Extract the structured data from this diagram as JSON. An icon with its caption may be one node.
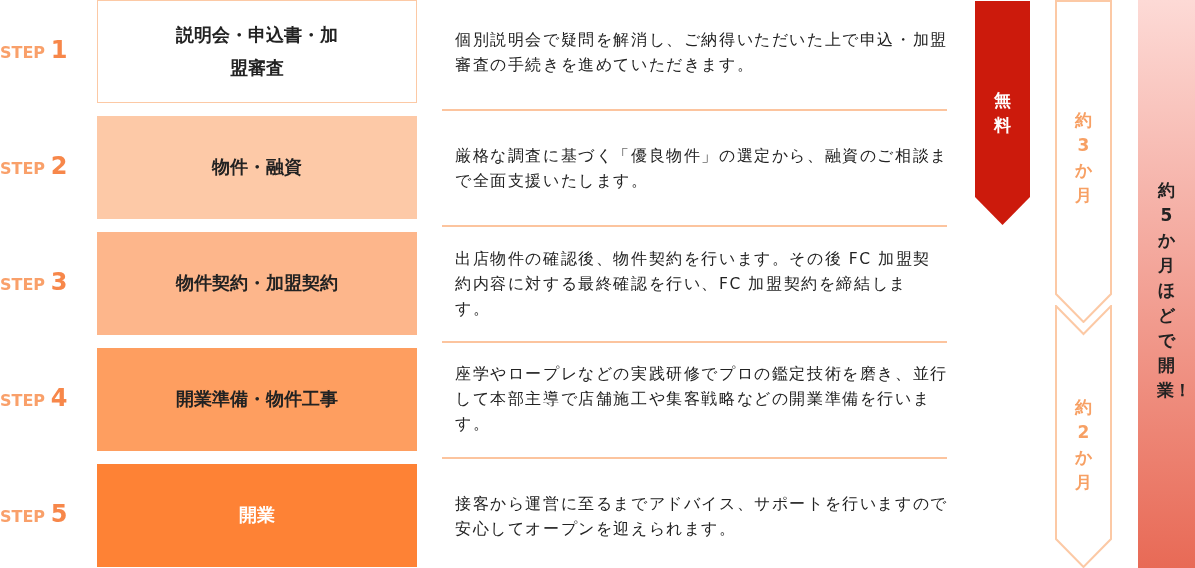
{
  "diagram": {
    "nodes": [
      {
        "text": [
          "説明会・申込書・加盟審査"
        ],
        "beside": [
          "STEP 1",
          "個別説明会で疑問を解消し、ご納得いただいた上で申込・加盟審査の手続きを進めていただきます。"
        ]
      },
      {
        "text": [
          "物件・融資"
        ],
        "beside": [
          "STEP 2",
          "厳格な調査に基づく「優良物件」の選定から、融資のご相談まで全面支援いたします。"
        ]
      },
      {
        "text": [
          "物件契約・加盟契約"
        ],
        "beside": [
          "STEP 3",
          "出店物件の確認後、物件契約を行います。その後 FC 加盟契約内容に対する最終確認を行い、FC 加盟契約を締結します。"
        ]
      },
      {
        "text": [
          "開業準備・物件工事"
        ],
        "beside": [
          "STEP 4",
          "座学やロープレなどの実践研修でプロの鑑定技術を磨き、並行して本部主導で店舗施工や集客戦略などの開業準備を行います。"
        ]
      },
      {
        "text": [
          "開業"
        ],
        "beside": [
          "STEP 5",
          "接客から運営に至るまでアドバイス、サポートを行いますので安心してオープンを迎えられます。"
        ]
      },
      {
        "text": [
          "無料"
        ]
      },
      {
        "text": [
          "約3か月"
        ]
      },
      {
        "text": [
          "約2か月"
        ]
      },
      {
        "text": [
          "約5か月ほどで開業！"
        ]
      }
    ]
  }
}
